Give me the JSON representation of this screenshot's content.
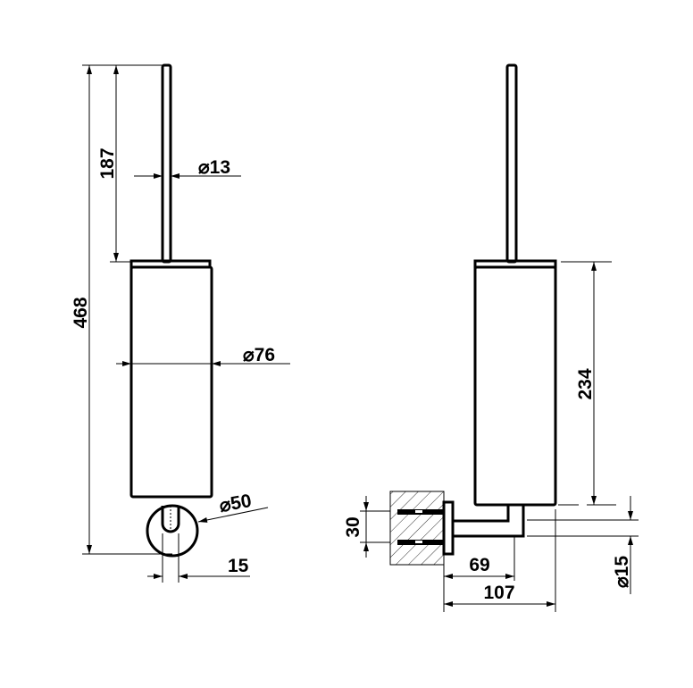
{
  "front_view": {
    "height_total": "468",
    "handle_length": "187",
    "handle_diameter": "13",
    "body_diameter": "76",
    "base_diameter": "50",
    "slot_width": "15"
  },
  "side_view": {
    "body_height": "234",
    "plate_spacing": "30",
    "arm_diameter": "15",
    "arm_offset": "69",
    "projection": "107"
  },
  "symbols": {
    "diameter": "⌀"
  }
}
